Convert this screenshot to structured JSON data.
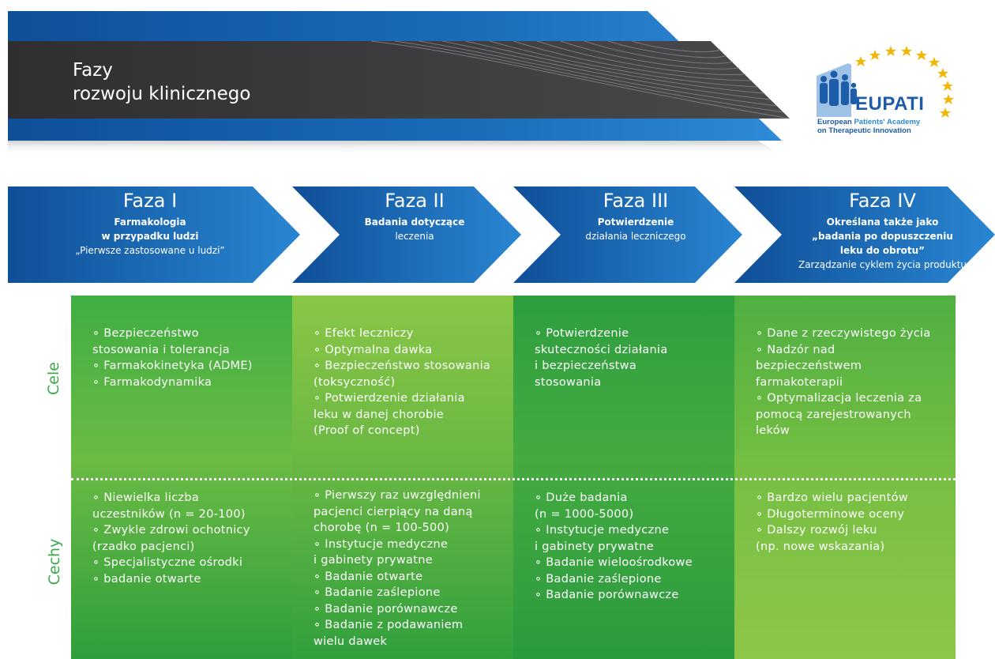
{
  "header": {
    "title_line1": "Fazy",
    "title_line2": "rozwoju klinicznego",
    "logo": {
      "word": "EUPATI",
      "sub_line1_a": "European ",
      "sub_line1_b": "Patients' Academy",
      "sub_line2": "on Therapeutic Innovation"
    }
  },
  "colors": {
    "banner_dark": "#3a3a3c",
    "banner_blue": "#1a6cb8",
    "phase_blue": "#1a62ad",
    "green_dark": "#2e9e3f",
    "green_light": "#7fc241",
    "label_green": "#3aaa48",
    "logo_blue": "#1d5ca8",
    "star_gold": "#f2b705"
  },
  "phases": [
    {
      "title": "Faza I",
      "lines": [
        "Farmakologia",
        "w przypadku ludzi",
        "„Pierwsze zastosowane u ludzi”"
      ]
    },
    {
      "title": "Faza II",
      "lines": [
        "Badania dotyczące",
        "leczenia"
      ]
    },
    {
      "title": "Faza III",
      "lines": [
        "Potwierdzenie",
        "działania leczniczego"
      ]
    },
    {
      "title": "Faza IV",
      "lines": [
        "Określana także jako",
        "„badania po dopuszczeniu",
        "leku do obrotu”",
        "Zarządzanie cyklem życia produktu"
      ]
    }
  ],
  "rows": {
    "goals_label": "Cele",
    "features_label": "Cechy"
  },
  "goals": [
    [
      "∘ Bezpieczeństwo",
      "stosowania i tolerancja",
      "∘ Farmakokinetyka (ADME)",
      "∘ Farmakodynamika"
    ],
    [
      "∘ Efekt leczniczy",
      "∘ Optymalna dawka",
      "∘ Bezpieczeństwo stosowania",
      "(toksyczność)",
      "∘ Potwierdzenie działania",
      "leku w danej chorobie",
      "(Proof of concept)"
    ],
    [
      "∘ Potwierdzenie",
      "skuteczności działania",
      "i bezpieczeństwa",
      "stosowania"
    ],
    [
      "∘ Dane z rzeczywistego życia",
      "∘ Nadzór nad",
      "bezpieczeństwem",
      "farmakoterapii",
      "∘ Optymalizacja leczenia za",
      "pomocą zarejestrowanych",
      "leków"
    ]
  ],
  "features": [
    [
      "∘ Niewielka liczba",
      "uczestników (n = 20-100)",
      "∘ Zwykle zdrowi ochotnicy",
      "(rzadko pacjenci)",
      "∘ Specjalistyczne ośrodki",
      "∘ badanie otwarte"
    ],
    [
      "∘ Pierwszy raz uwzględnieni",
      "pacjenci cierpiący na daną",
      "chorobę (n = 100-500)",
      "∘ Instytucje medyczne",
      "i gabinety prywatne",
      "∘ Badanie otwarte",
      "∘ Badanie zaślepione",
      "∘ Badanie porównawcze",
      "∘ Badanie z podawaniem",
      "wielu dawek"
    ],
    [
      "∘ Duże badania",
      "(n = 1000-5000)",
      "∘ Instytucje medyczne",
      "i gabinety prywatne",
      "∘ Badanie wieloośrodkowe",
      "∘ Badanie zaślepione",
      "∘ Badanie porównawcze"
    ],
    [
      "∘ Bardzo wielu pacjentów",
      "∘ Długoterminowe oceny",
      "∘ Dalszy rozwój leku",
      "(np. nowe wskazania)"
    ]
  ]
}
